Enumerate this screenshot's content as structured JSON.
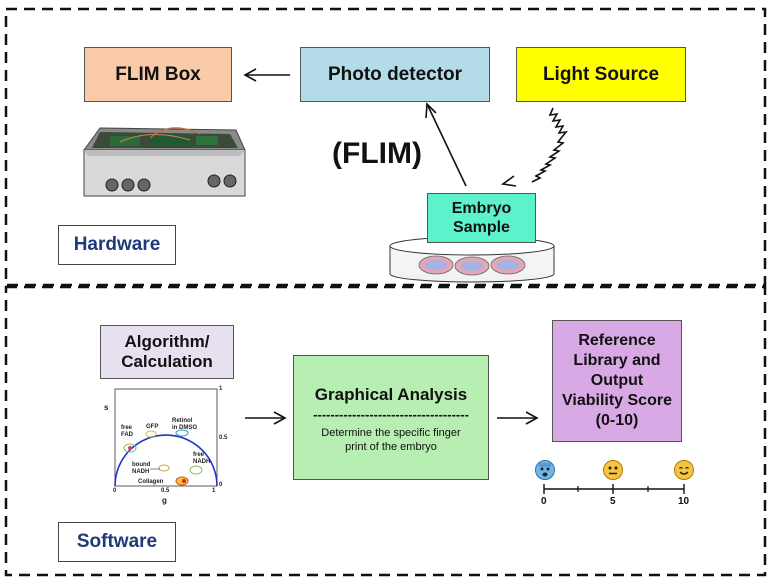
{
  "colors": {
    "flim_box": "#f9cba9",
    "photo_detector": "#b4dce8",
    "light_source": "#ffff00",
    "embryo_sample": "#5df2cc",
    "algorithm": "#e7e0ee",
    "graphical": "#b7eeb1",
    "reference": "#d9a9e6",
    "label_text": "#1f3a78"
  },
  "hardware": {
    "flim_box": "FLIM Box",
    "photo_detector": "Photo detector",
    "light_source": "Light Source",
    "flim_label": "(FLIM)",
    "embryo_sample": [
      "Embryo",
      "Sample"
    ],
    "section_label": "Hardware"
  },
  "software": {
    "algorithm": [
      "Algorithm/",
      "Calculation"
    ],
    "graphical_title": "Graphical Analysis",
    "graphical_dashes": "------------------------------------",
    "graphical_desc": [
      "Determine the specific finger",
      "print of the embryo"
    ],
    "reference": [
      "Reference",
      "Library and",
      "Output",
      "Viability Score",
      "(0-10)"
    ],
    "section_label": "Software"
  },
  "phasor_plot": {
    "y_axis_label": "s",
    "x_axis_label": "g",
    "tick_labels": [
      "0",
      "0.5",
      "1",
      "0.5",
      "1",
      "0"
    ],
    "annotations": [
      "free",
      "FAD",
      "GFP",
      "Retinol",
      "in DMSO",
      "free",
      "NADH",
      "bound",
      "NADH",
      "Collagen"
    ]
  },
  "viability_scale": {
    "ticks": [
      "0",
      "5",
      "10"
    ],
    "faces": [
      "worried-face-icon",
      "neutral-face-icon",
      "smiling-face-icon"
    ]
  }
}
